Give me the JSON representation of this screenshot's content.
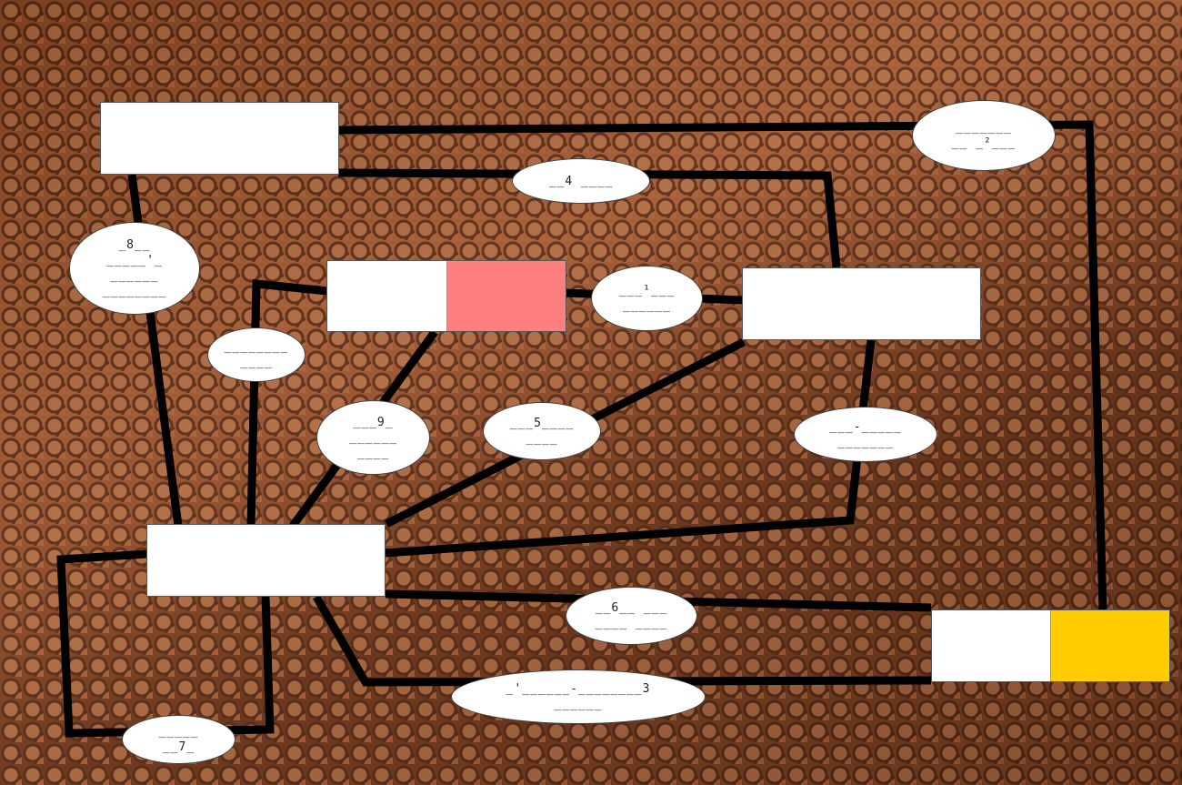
{
  "colors": {
    "line": "#000000",
    "box": "#ffffff",
    "swatch_red": "#ff7f7f",
    "swatch_yellow": "#ffcc00"
  },
  "labels": {
    "l1": "___¹___\n______",
    "l2": "_______\n__ _²___",
    "l3": "_'______-________3\n______",
    "l4": "__4 ____",
    "l5": "___5____\n____",
    "l6": "__6__ ___\n____ ____",
    "l7": "_____\n__7_",
    "l8": "_8__\n_____'_\n______\n________",
    "l9": "___9_\n______\n____",
    "la": "________\n____",
    "lb": "___-_____\n_______"
  }
}
